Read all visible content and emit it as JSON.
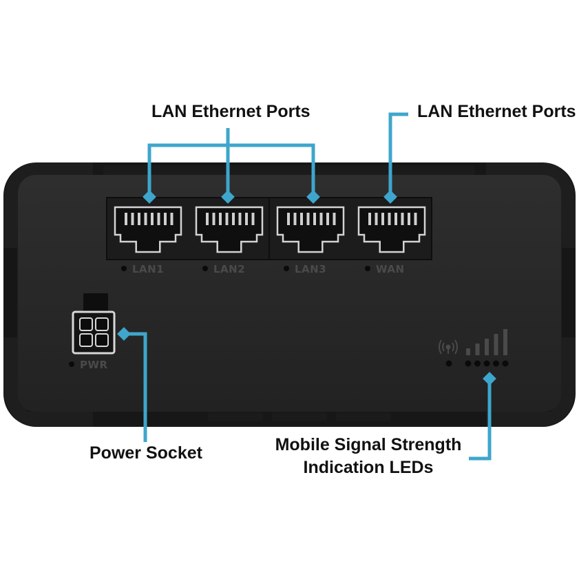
{
  "callouts": {
    "lan_top_left": "LAN Ethernet Ports",
    "lan_top_right": "LAN Ethernet Ports",
    "power": "Power Socket",
    "signal_line1": "Mobile Signal Strength",
    "signal_line2": "Indication LEDs"
  },
  "ports": [
    "LAN1",
    "LAN2",
    "LAN3",
    "WAN"
  ],
  "power_port_label": "PWR",
  "signal_bars": 5,
  "colors": {
    "accent": "#3ea6cc",
    "device_body": "#262626",
    "device_edge": "#1a1a1a",
    "port_label": "#4a4a4a",
    "text": "#111111"
  },
  "icons": {
    "antenna": "antenna-icon",
    "signal": "signal-bars-icon"
  }
}
